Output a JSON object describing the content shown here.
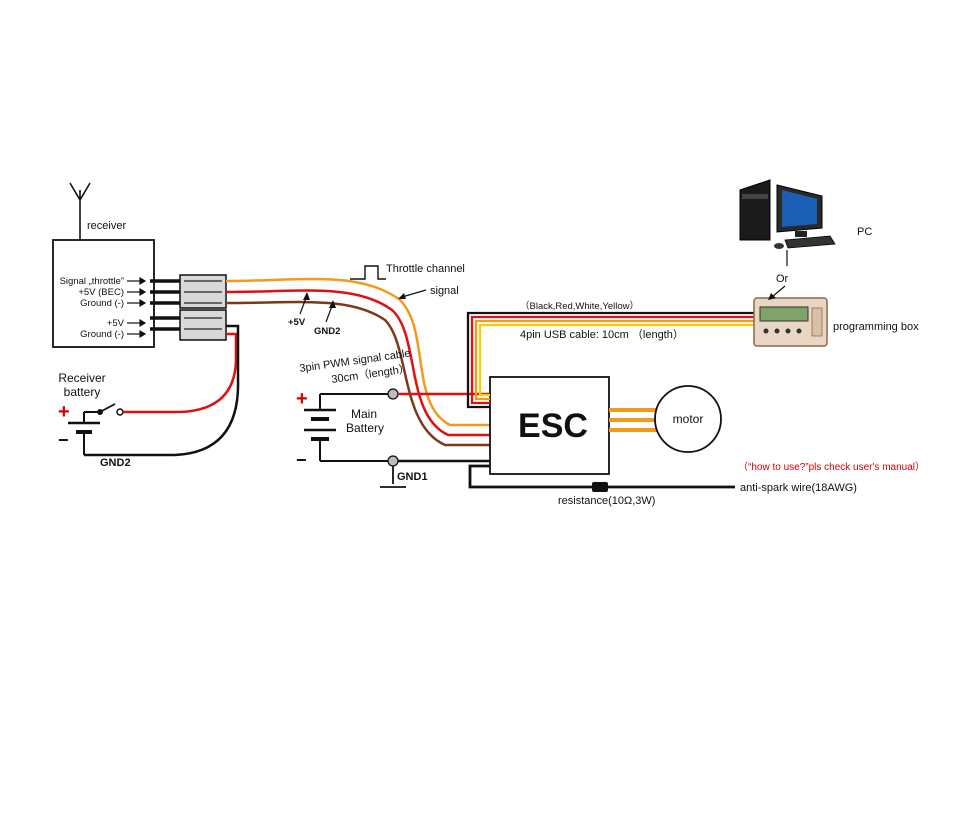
{
  "receiver": {
    "title": "receiver",
    "pins_group1": [
      "Signal „throttle”",
      "+5V (BEC)",
      "Ground (-)"
    ],
    "pins_group2": [
      "+5V",
      "Ground (-)"
    ]
  },
  "receiver_battery": {
    "title_line1": "Receiver",
    "title_line2": "battery",
    "plus": "+",
    "minus": "−",
    "gnd": "GND2"
  },
  "signal_cable": {
    "throttle_channel": "Throttle channel",
    "signal": "signal",
    "plus5v": "+5V",
    "gnd2": "GND2",
    "cable_line1": "3pin PWM signal cable",
    "cable_line2": "30cm（length）"
  },
  "main_battery": {
    "title_line1": "Main",
    "title_line2": "Battery",
    "plus": "+",
    "minus": "−",
    "gnd1": "GND1"
  },
  "esc": {
    "label": "ESC"
  },
  "motor": {
    "label": "motor"
  },
  "pc": {
    "label": "PC",
    "or": "Or"
  },
  "programming_box": {
    "label": "programming box"
  },
  "usb_cable": {
    "colors": "（Black,Red,White,Yellow）",
    "desc": "4pin USB cable: 10cm （length）"
  },
  "anti_spark": {
    "note": "（“how to use?”pls check user's manual）",
    "wire": "anti-spark wire(18AWG)",
    "resistance": "resistance(10Ω,3W)"
  },
  "colors": {
    "wire_red": "#e01010",
    "wire_orange": "#f39a1c",
    "wire_brown": "#7a3a1a",
    "wire_yellow": "#f5d000",
    "wire_black": "#111111",
    "note_red": "#d40000"
  }
}
